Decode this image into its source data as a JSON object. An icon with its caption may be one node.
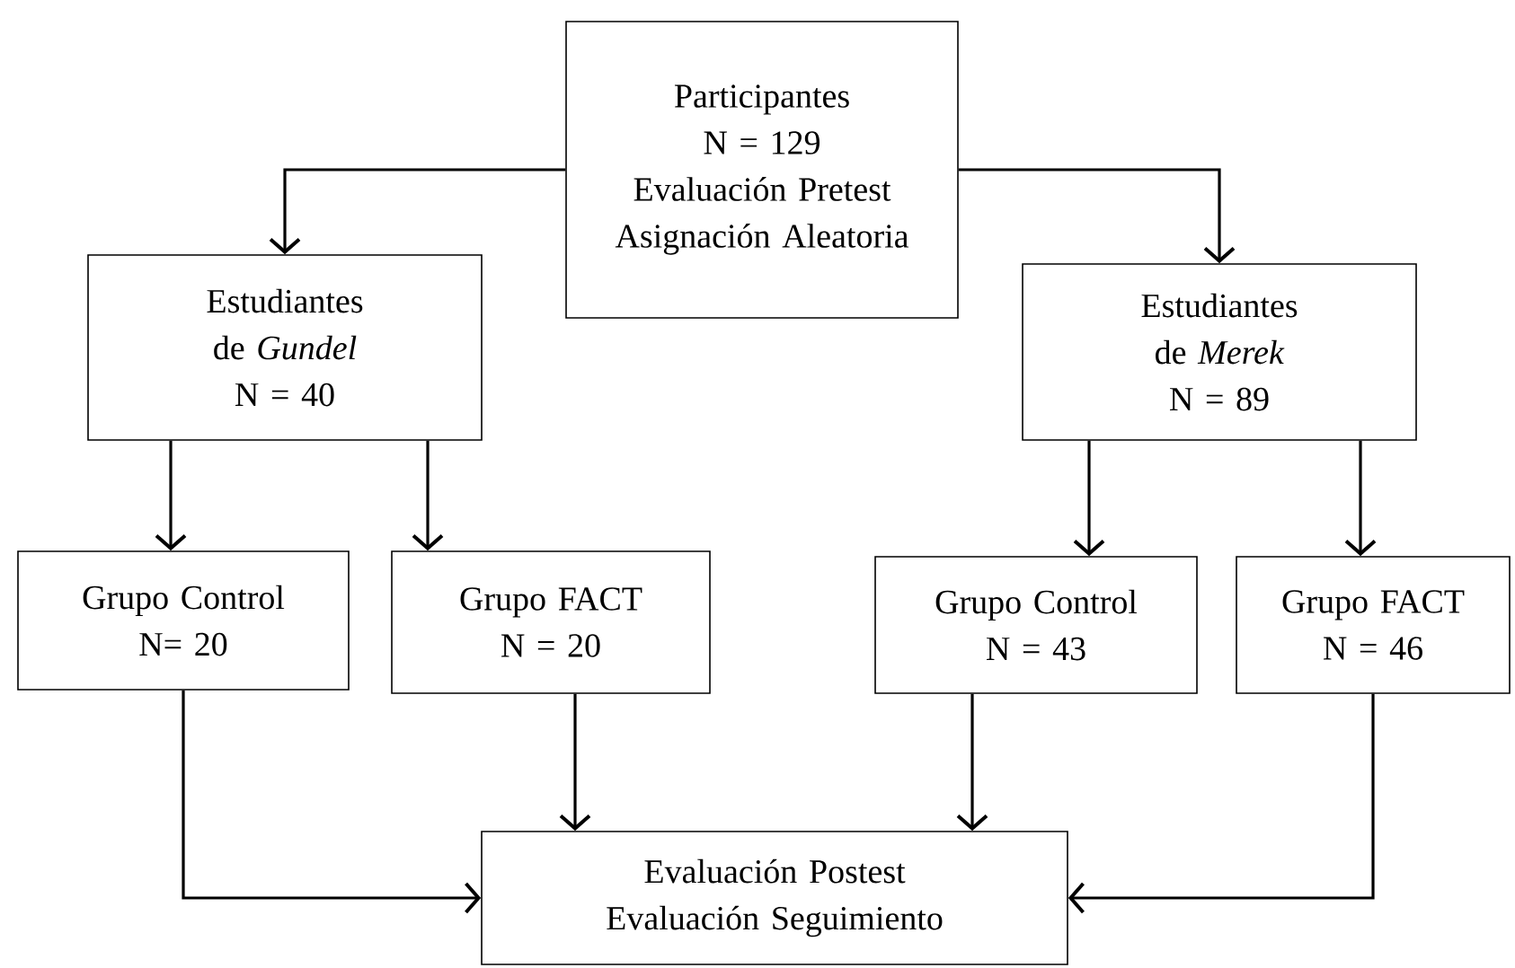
{
  "diagram": {
    "nodes": [
      {
        "text": [
          "Participantes",
          "N = 129",
          "Evaluación Pretest",
          "Asignación Aleatoria"
        ]
      },
      {
        "text": [
          "Estudiantes de *Gundel*",
          "N = 40"
        ]
      },
      {
        "text": [
          "Estudiantes de *Merek*",
          "N = 89"
        ]
      },
      {
        "text": [
          "Grupo Control",
          "N= 20"
        ]
      },
      {
        "text": [
          "Grupo FACT",
          "N = 20"
        ]
      },
      {
        "text": [
          "Grupo Control",
          "N = 43"
        ]
      },
      {
        "text": [
          "Grupo FACT",
          "N = 46"
        ]
      },
      {
        "text": [
          "Evaluación Postest",
          "Evaluación Seguimiento"
        ]
      }
    ],
    "edges": [
      {
        "from": 0,
        "to": 1,
        "arrow": "to"
      },
      {
        "from": 0,
        "to": 2,
        "arrow": "to"
      },
      {
        "from": 1,
        "to": 3,
        "arrow": "to"
      },
      {
        "from": 1,
        "to": 4,
        "arrow": "to"
      },
      {
        "from": 2,
        "to": 5,
        "arrow": "to"
      },
      {
        "from": 2,
        "to": 6,
        "arrow": "to"
      },
      {
        "from": 3,
        "to": 7,
        "arrow": "to"
      },
      {
        "from": 4,
        "to": 7,
        "arrow": "to"
      },
      {
        "from": 5,
        "to": 7,
        "arrow": "to"
      },
      {
        "from": 6,
        "to": 7,
        "arrow": "to"
      }
    ]
  }
}
